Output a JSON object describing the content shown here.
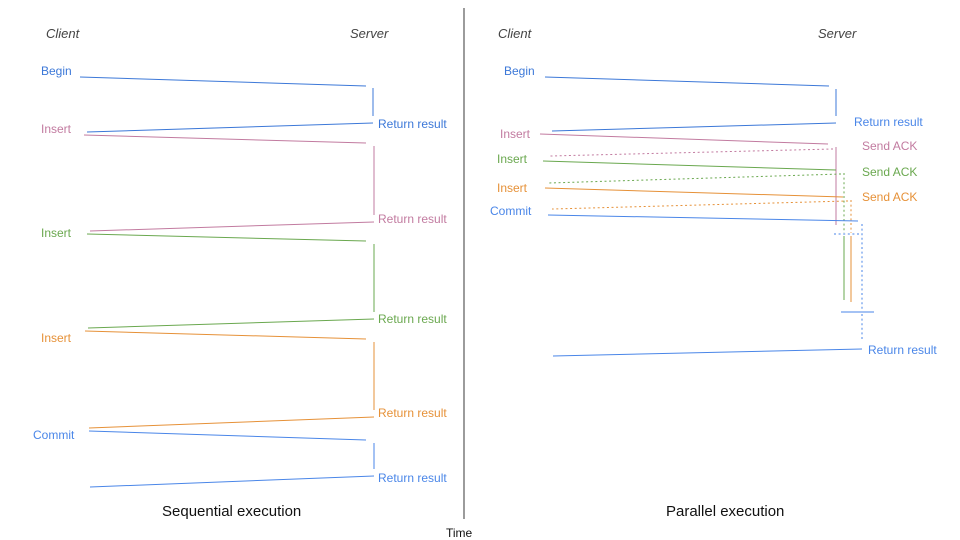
{
  "palette": {
    "begin_blue": "#3c78d8",
    "commit_blue": "#4a86e8",
    "insert_pink": "#c27ba0",
    "insert_green": "#6aa84f",
    "insert_orange": "#e69138",
    "axis_gray": "#595959"
  },
  "time_axis": {
    "label": "Time"
  },
  "sequential": {
    "title": "Sequential execution",
    "client": "Client",
    "server": "Server",
    "operations": [
      {
        "request": "Begin",
        "response": "Return result",
        "color": "begin_blue"
      },
      {
        "request": "Insert",
        "response": "Return result",
        "color": "insert_pink"
      },
      {
        "request": "Insert",
        "response": "Return result",
        "color": "insert_green"
      },
      {
        "request": "Insert",
        "response": "Return result",
        "color": "insert_orange"
      },
      {
        "request": "Commit",
        "response": "Return result",
        "color": "commit_blue"
      }
    ]
  },
  "parallel": {
    "title": "Parallel execution",
    "client": "Client",
    "server": "Server",
    "operations": [
      {
        "request": "Begin",
        "response": "Return result",
        "color": "begin_blue"
      },
      {
        "request": "Insert",
        "response": "Send ACK",
        "color": "insert_pink"
      },
      {
        "request": "Insert",
        "response": "Send ACK",
        "color": "insert_green"
      },
      {
        "request": "Insert",
        "response": "Send ACK",
        "color": "insert_orange"
      },
      {
        "request": "Commit",
        "response": "Return result",
        "color": "commit_blue"
      }
    ]
  }
}
